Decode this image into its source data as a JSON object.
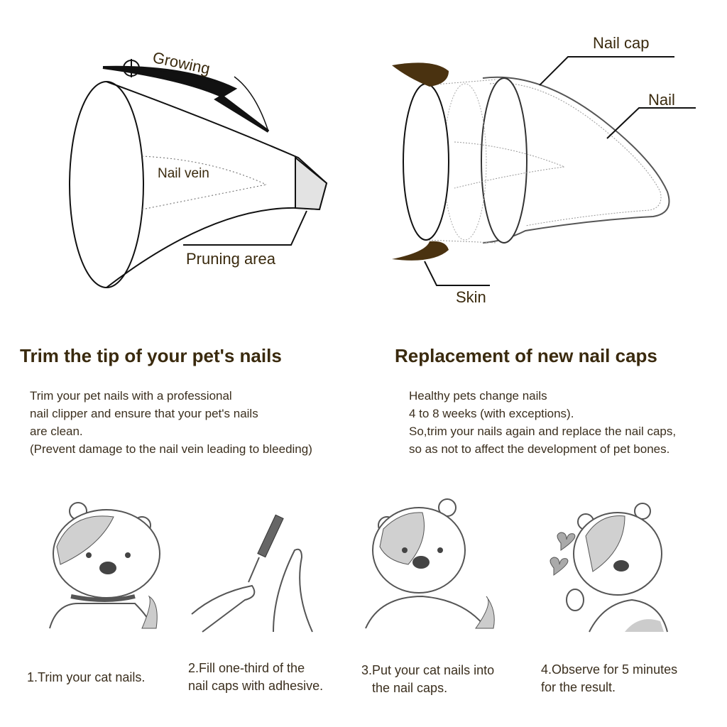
{
  "diagram_left": {
    "labels": {
      "growing": "Growing",
      "nail_vein": "Nail vein",
      "pruning_area": "Pruning  area"
    }
  },
  "diagram_right": {
    "labels": {
      "nail_cap": "Nail cap",
      "nail": "Nail",
      "skin": "Skin"
    }
  },
  "sections": [
    {
      "title": "Trim the tip of your pet's nails",
      "lines": [
        "Trim your pet nails with a professional",
        "nail clipper and ensure that your pet's nails",
        "are clean.",
        "(Prevent damage to the nail vein leading to bleeding)"
      ]
    },
    {
      "title": "Replacement of new nail caps",
      "lines": [
        "Healthy pets change nails",
        "4 to 8 weeks (with exceptions).",
        "So,trim your nails again and replace the nail caps,",
        "so as not to affect the development of pet bones."
      ]
    }
  ],
  "steps": [
    {
      "lines": [
        "1.Trim your cat nails."
      ]
    },
    {
      "lines": [
        "2.Fill one-third of the",
        "nail caps with adhesive."
      ]
    },
    {
      "lines": [
        "3.Put your cat nails into",
        "   the nail caps."
      ]
    },
    {
      "lines": [
        "4.Observe for 5 minutes",
        "for the result."
      ]
    }
  ],
  "colors": {
    "heading": "#3a2a0e",
    "skin": "#4a3210",
    "text": "#3b2f1e"
  }
}
